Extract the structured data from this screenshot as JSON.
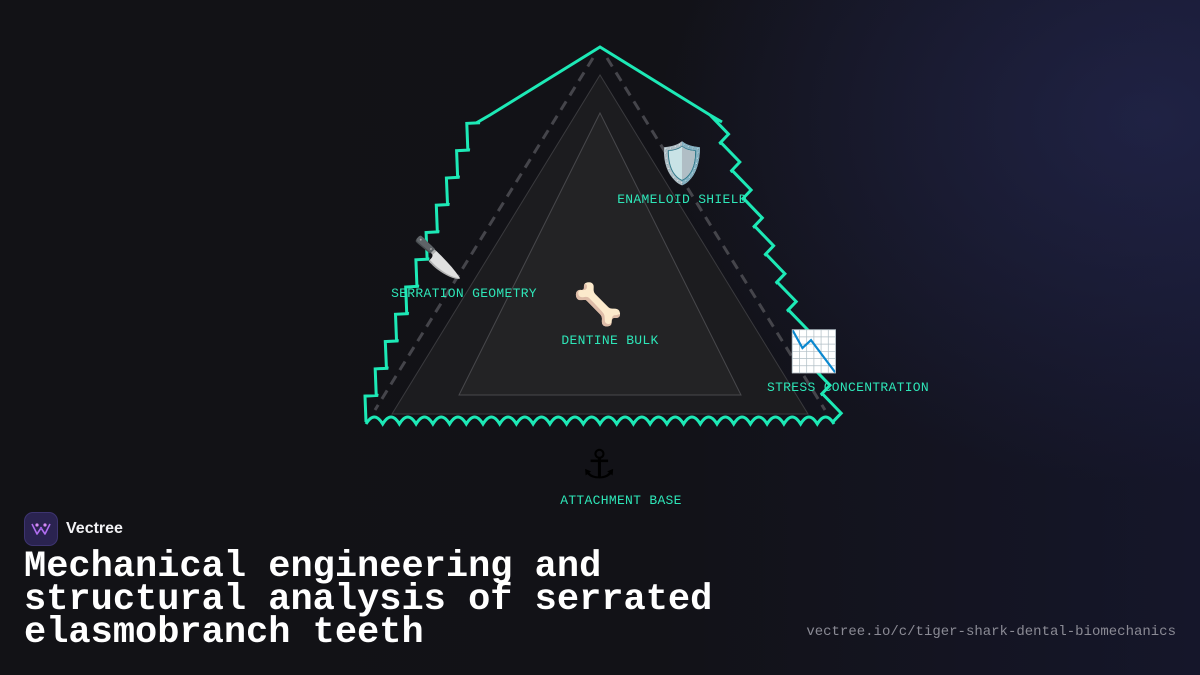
{
  "diagram": {
    "nodes": {
      "enameloid": {
        "icon": "shield-icon",
        "glyph": "🛡️",
        "label": "ENAMELOID SHIELD"
      },
      "serration": {
        "icon": "knife-icon",
        "glyph": "🔪",
        "label": "SERRATION GEOMETRY"
      },
      "dentine": {
        "icon": "bone-icon",
        "glyph": "🦴",
        "label": "DENTINE BULK"
      },
      "stress": {
        "icon": "chart-decreasing-icon",
        "glyph": "📉",
        "label": "STRESS CONCENTRATION"
      },
      "attachment": {
        "icon": "anchor-icon",
        "glyph": "⚓",
        "label": "ATTACHMENT BASE"
      }
    },
    "colors": {
      "outline": "#1de9b6",
      "label": "#2ee6b8",
      "fill_outer": "#1c1c1f",
      "fill_inner": "#232325"
    }
  },
  "brand": {
    "name": "Vectree",
    "logo_icon": "vectree-logo-icon"
  },
  "title": "Mechanical engineering and structural analysis of serrated elasmobranch teeth",
  "url": "vectree.io/c/tiger-shark-dental-biomechanics"
}
